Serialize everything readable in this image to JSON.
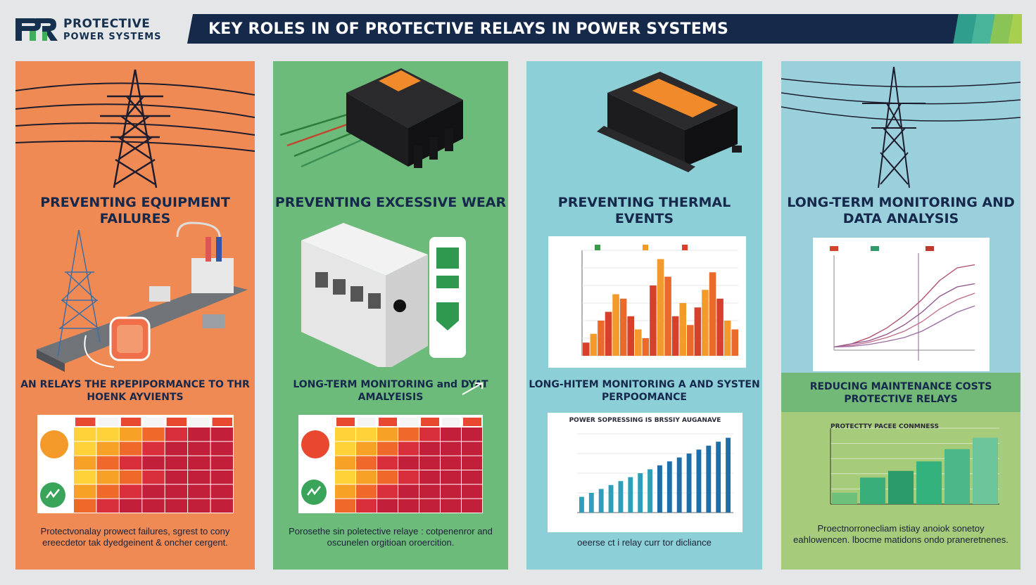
{
  "brand": {
    "line1": "PROTECTIVE",
    "line2": "POWER SYSTEMS",
    "colors": {
      "navy": "#15314f",
      "green": "#3fae5a"
    }
  },
  "header": {
    "title": "KEY ROLES IN OF PROTECTIVE RELAYS IN POWER SYSTEMS",
    "stripe_colors": [
      "#2f9e8c",
      "#48b59a",
      "#8ac356",
      "#a8cf4e"
    ]
  },
  "panels": [
    {
      "title": "PREVENTING EQUIPMENT FAILURES",
      "subtitle": "AN RELAYS THE RPEPIPORMANCE TO THR HOENK AYVIENTS",
      "body": "Protectvonalay prowect failures, sgrest to cony ereecdetor tak dyedgeinent & oncher cergent.",
      "bg": "#f08a55"
    },
    {
      "title": "PREVENTING EXCESSIVE WEAR",
      "subtitle": "LONG-TERM MONITORING and DYAT AMALYEISIS",
      "body": "Porosethe sin poletective relaye : cotpenenror and oscunelen orgitioan oroercition.",
      "bg": "#6dbb7a"
    },
    {
      "title": "PREVENTING THERMAL EVENTS",
      "subtitle": "LONG-HITEM MONITORING A AND SYSTEN PERPOOMANCE",
      "body": "oeerse ct i relay curr tor dicliance",
      "chart_title": "POWER SOPRESSING IS BRSSIY AUGANAVE",
      "bg": "#8ccfd6"
    },
    {
      "title": "LONG-TERM MONITORING AND DATA ANALYSIS",
      "subtitle": "REDUCING MAINTENANCE COSTS PROTECTIVE RELAYS",
      "body": "Proectnorronecliam istiay anoiok sonetoy eahlowencen. lbocme matidons ondo praneretnenes.",
      "chart_title": "PROTECTTY PACEE CONMNESS",
      "bg": "#9ad0dc"
    }
  ],
  "chart_data": [
    {
      "type": "bar",
      "note": "panel 3 top chart (orange/red columns)",
      "values": [
        3,
        5,
        8,
        10,
        14,
        13,
        9,
        6,
        4,
        16,
        22,
        18,
        9,
        12,
        7,
        11,
        15,
        19,
        13,
        8,
        6
      ],
      "ylim": [
        0,
        24
      ]
    },
    {
      "type": "bar",
      "note": "panel 3 bottom chart (blue columns)",
      "values": [
        4,
        5,
        6,
        7,
        8,
        9,
        10,
        11,
        12,
        13,
        14,
        15,
        16,
        17,
        18,
        19
      ],
      "ylim": [
        0,
        20
      ]
    },
    {
      "type": "line",
      "note": "panel 4 top chart",
      "series": [
        {
          "values": [
            1,
            2,
            4,
            7,
            11,
            16,
            22,
            26,
            27
          ]
        },
        {
          "values": [
            1,
            2,
            3,
            5,
            8,
            12,
            17,
            20,
            21
          ]
        },
        {
          "values": [
            1,
            1.5,
            2.5,
            4,
            6,
            9,
            13,
            16,
            18
          ]
        },
        {
          "values": [
            1,
            1.2,
            1.8,
            2.8,
            4,
            6,
            9,
            12,
            14
          ]
        }
      ],
      "ylim": [
        0,
        30
      ]
    },
    {
      "type": "bar",
      "note": "panel 4 bottom chart (green columns)",
      "values": [
        12,
        28,
        35,
        45,
        58,
        70
      ],
      "ylim": [
        0,
        80
      ]
    },
    {
      "type": "heatmap",
      "note": "panel 1 and 2 heatmaps",
      "palette": [
        "#ffd23a",
        "#f7a126",
        "#ef6a2a",
        "#d92e3c",
        "#c21f3a"
      ]
    }
  ]
}
